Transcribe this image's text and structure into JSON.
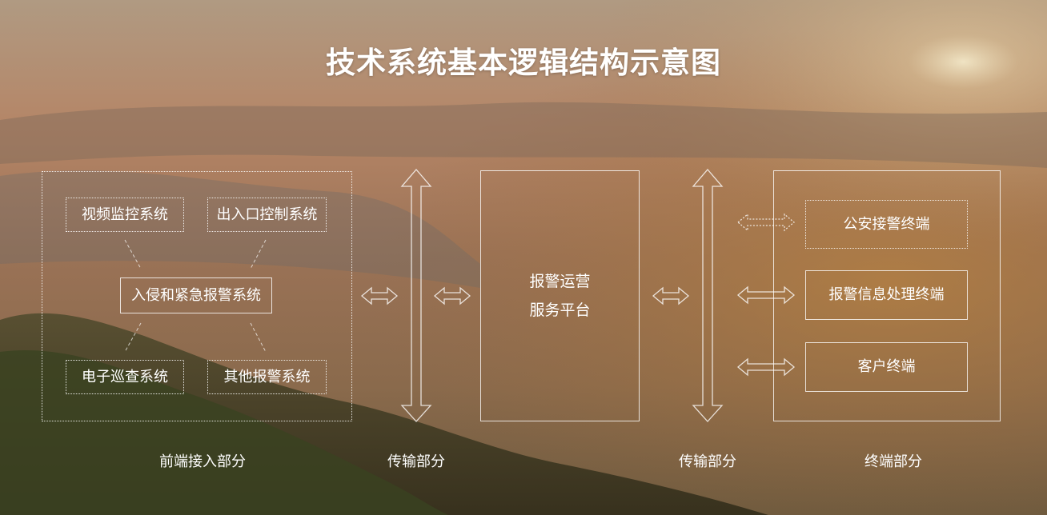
{
  "title": "技术系统基本逻辑结构示意图",
  "front_end": {
    "label": "前端接入部分",
    "center": "入侵和紧急报警系统",
    "subsystems": [
      "视频监控系统",
      "出入口控制系统",
      "电子巡查系统",
      "其他报警系统"
    ]
  },
  "transmission": {
    "left_label": "传输部分",
    "right_label": "传输部分"
  },
  "platform": {
    "line1": "报警运营",
    "line2": "服务平台"
  },
  "terminal": {
    "label": "终端部分",
    "items": [
      "公安接警终端",
      "报警信息处理终端",
      "客户终端"
    ]
  }
}
